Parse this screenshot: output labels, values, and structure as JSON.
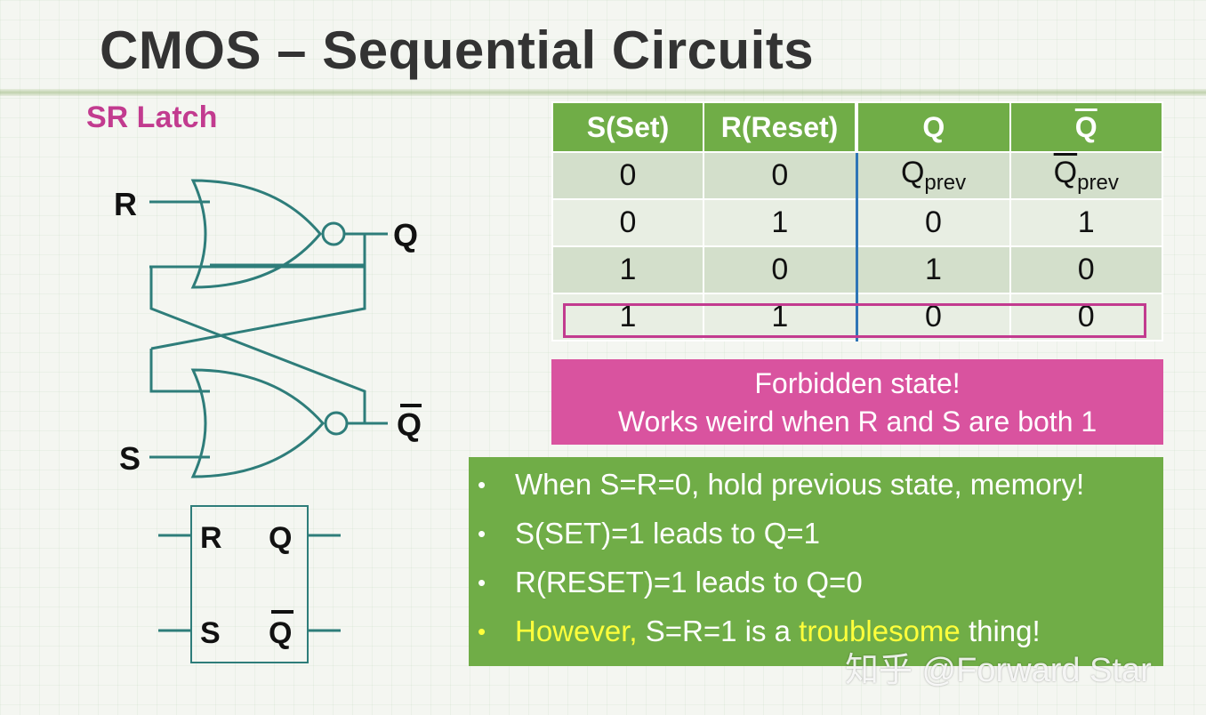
{
  "title": "CMOS – Sequential Circuits",
  "section_label": "SR Latch",
  "circuit": {
    "input_r": "R",
    "input_s": "S",
    "output_q": "Q",
    "output_qbar": "Q"
  },
  "block": {
    "pin_r": "R",
    "pin_s": "S",
    "pin_q": "Q",
    "pin_qbar": "Q"
  },
  "truth_table": {
    "headers": [
      "S(Set)",
      "R(Reset)",
      "Q",
      "Q"
    ],
    "rows": [
      [
        "0",
        "0",
        "Q",
        "Q"
      ],
      [
        "0",
        "1",
        "0",
        "1"
      ],
      [
        "1",
        "0",
        "1",
        "0"
      ],
      [
        "1",
        "1",
        "0",
        "0"
      ]
    ],
    "subscript": "prev"
  },
  "callout": {
    "line1": "Forbidden state!",
    "line2": "Works weird when R and S are both 1"
  },
  "notes": {
    "item1": "When S=R=0, hold previous state, memory!",
    "item2": "S(SET)=1 leads to Q=1",
    "item3": "R(RESET)=1 leads to Q=0",
    "item4_a": "However,",
    "item4_b": " S=R=1 is a ",
    "item4_c": "troublesome",
    "item4_d": " thing!"
  },
  "watermark": "知乎 @Forward Star",
  "colors": {
    "accent_green": "#70ad47",
    "accent_magenta": "#c23b8f",
    "callout_pink": "#d9539f",
    "wire_teal": "#2e7d7a",
    "divider_blue": "#2e75b6",
    "highlight_yellow": "#ffff3b"
  }
}
